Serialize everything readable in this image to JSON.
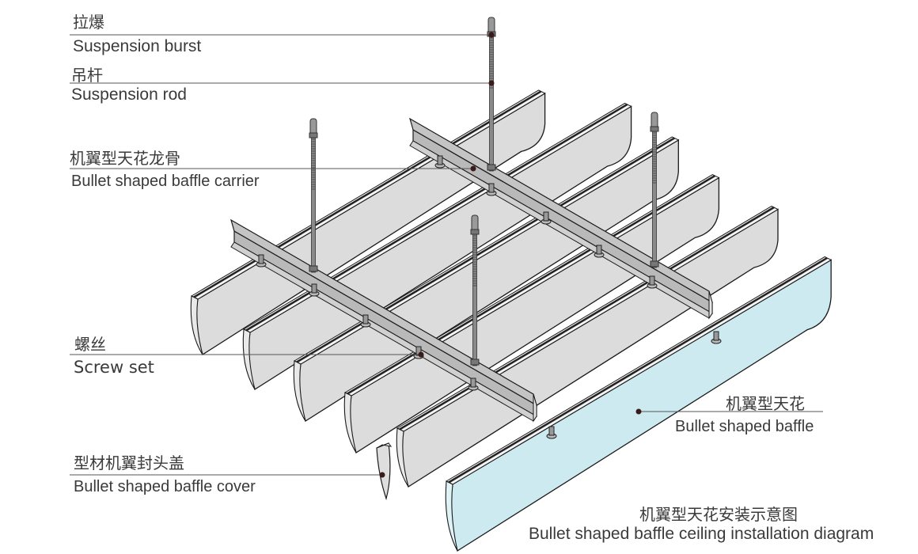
{
  "title": {
    "zh": "机翼型天花安装示意图",
    "en": "Bullet shaped baffle  ceiling installation diagram"
  },
  "callouts": [
    {
      "id": "suspension-burst",
      "zh": "拉爆",
      "en": "Suspension burst"
    },
    {
      "id": "suspension-rod",
      "zh": "吊杆",
      "en": "Suspension rod"
    },
    {
      "id": "baffle-carrier",
      "zh": "机翼型天花龙骨",
      "en": "Bullet shaped baffle carrier"
    },
    {
      "id": "screw-set",
      "zh": "螺丝",
      "en": "Screw set"
    },
    {
      "id": "baffle-cover",
      "zh": "型材机翼封头盖",
      "en": "Bullet shaped baffle cover"
    },
    {
      "id": "baffle",
      "zh": "机翼型天花",
      "en": "Bullet shaped baffle"
    }
  ],
  "components": {
    "baffles_installed": 5,
    "baffles_detached": 1,
    "carriers": 2,
    "suspension_rods": 4
  },
  "colors": {
    "baffle_gray": "#dcdcdc",
    "baffle_highlight": "#cdeaf0",
    "carrier": "#c4c4c4",
    "rod": "#8a8a8a",
    "line": "#1a1a1a",
    "leader": "#555555",
    "text": "#3a3a3a"
  }
}
